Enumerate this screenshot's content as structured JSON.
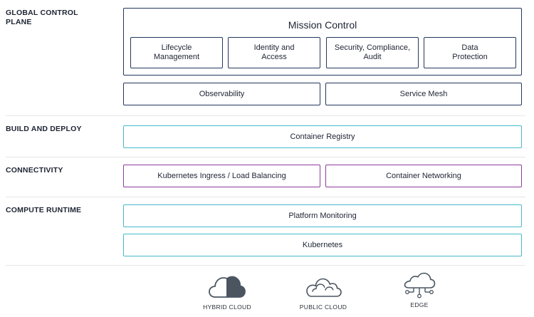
{
  "sections": {
    "global_control_plane": "GLOBAL CONTROL\nPLANE",
    "build_and_deploy": "BUILD AND DEPLOY",
    "connectivity": "CONNECTIVITY",
    "compute_runtime": "COMPUTE RUNTIME"
  },
  "mission_control": {
    "title": "Mission Control",
    "modules": [
      "Lifecycle\nManagement",
      "Identity and\nAccess",
      "Security, Compliance,\nAudit",
      "Data\nProtection"
    ]
  },
  "global_boxes": {
    "observability": "Observability",
    "service_mesh": "Service Mesh"
  },
  "build_boxes": {
    "container_registry": "Container Registry"
  },
  "connectivity_boxes": {
    "ingress": "Kubernetes Ingress / Load Balancing",
    "networking": "Container Networking"
  },
  "compute_boxes": {
    "monitoring": "Platform Monitoring",
    "kubernetes": "Kubernetes"
  },
  "environments": [
    {
      "label": "HYBRID CLOUD",
      "icon": "hybrid-cloud-icon"
    },
    {
      "label": "PUBLIC CLOUD",
      "icon": "public-cloud-icon"
    },
    {
      "label": "EDGE",
      "icon": "edge-icon"
    }
  ],
  "colors": {
    "navy": "#24375e",
    "teal": "#45b9cc",
    "purple": "#8e3b9c",
    "divider": "#e3e6ea"
  }
}
